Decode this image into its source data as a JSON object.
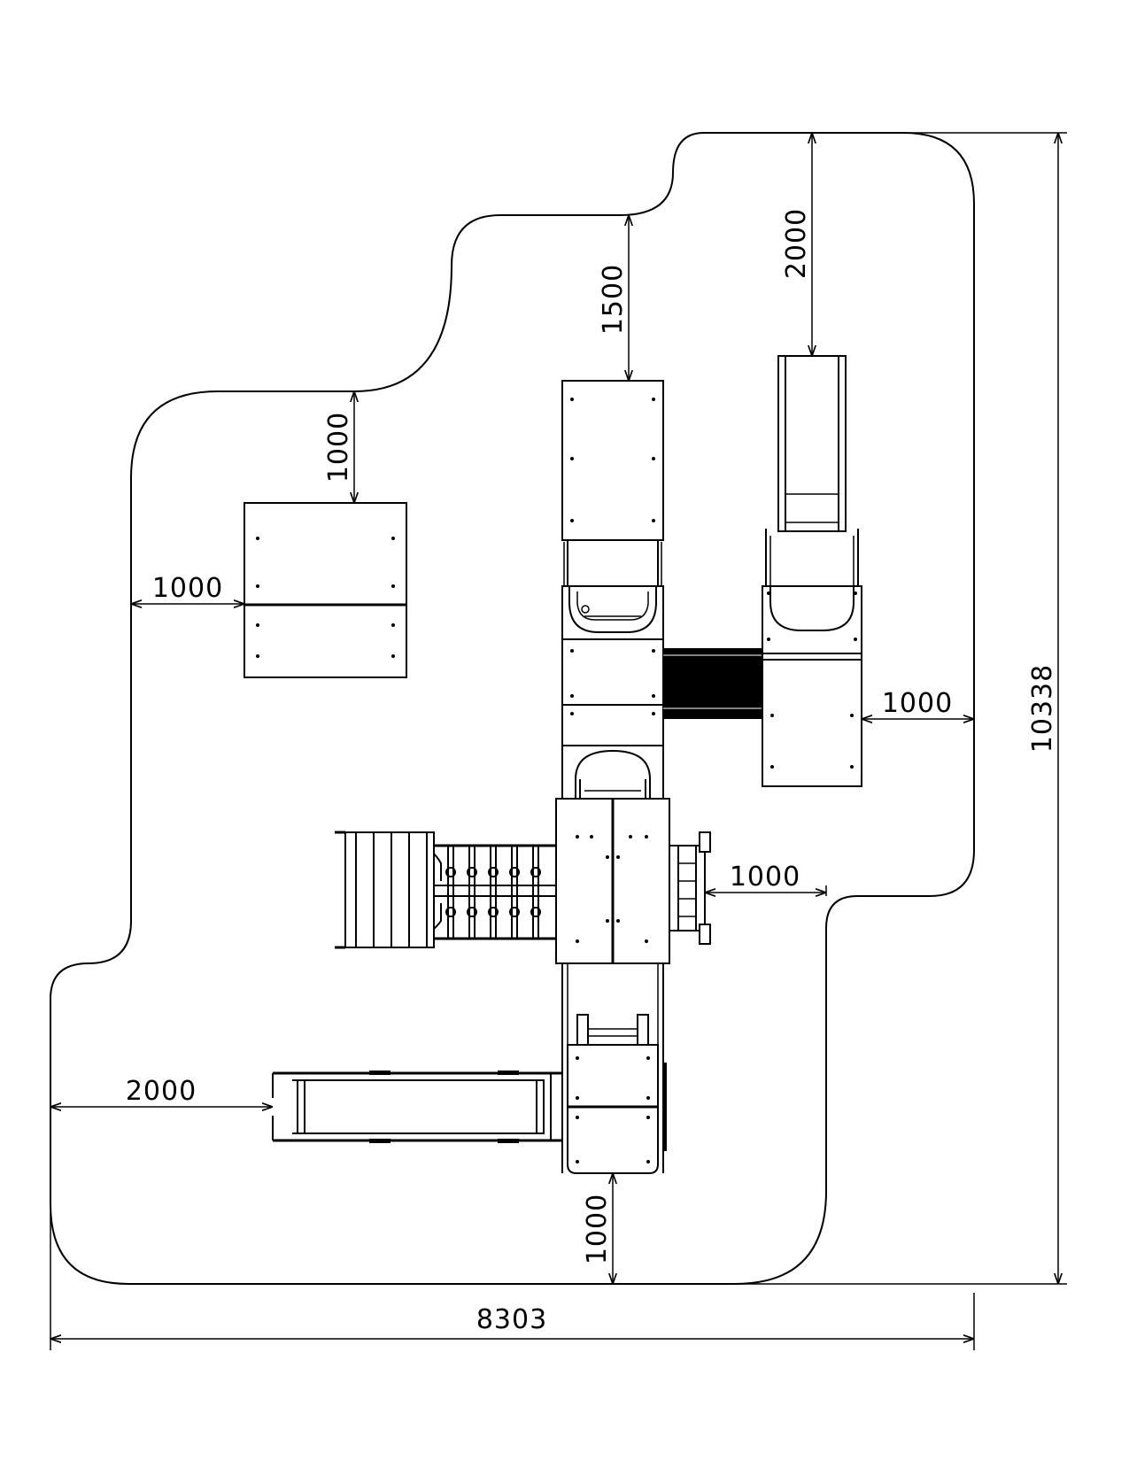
{
  "dimensions": {
    "overall_width": "8303",
    "overall_height": "10338",
    "top_clearance_center": "1500",
    "top_clearance_right": "2000",
    "top_clearance_left": "1000",
    "left_clearance_panel": "1000",
    "right_clearance_slide": "1000",
    "right_clearance_ladder": "1000",
    "left_clearance_bottom_slide": "2000",
    "bottom_clearance": "1000"
  },
  "colors": {
    "line": "#000000",
    "background": "#ffffff"
  }
}
